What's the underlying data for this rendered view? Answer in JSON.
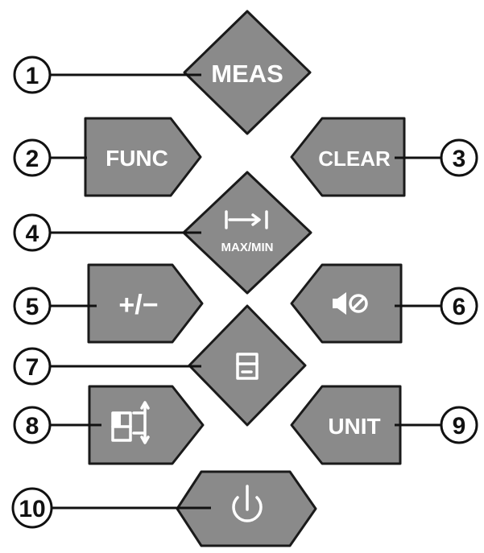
{
  "colors": {
    "key_fill": "#8a8a8a",
    "key_outline": "#1a1a1a",
    "label": "#ffffff",
    "callout": "#111111"
  },
  "keys": [
    {
      "id": 1,
      "callout": "1",
      "label": "MEAS",
      "icon": "text"
    },
    {
      "id": 2,
      "callout": "2",
      "label": "FUNC",
      "icon": "text"
    },
    {
      "id": 3,
      "callout": "3",
      "label": "CLEAR",
      "icon": "text"
    },
    {
      "id": 4,
      "callout": "4",
      "label": "MAX/MIN",
      "icon": "continuous-measure-icon"
    },
    {
      "id": 5,
      "callout": "5",
      "label": "+/−",
      "icon": "text"
    },
    {
      "id": 6,
      "callout": "6",
      "label": "",
      "icon": "speaker-mute-icon"
    },
    {
      "id": 7,
      "callout": "7",
      "label": "",
      "icon": "memory-icon"
    },
    {
      "id": 8,
      "callout": "8",
      "label": "",
      "icon": "reference-point-icon"
    },
    {
      "id": 9,
      "callout": "9",
      "label": "UNIT",
      "icon": "text"
    },
    {
      "id": 10,
      "callout": "10",
      "label": "",
      "icon": "power-icon"
    }
  ]
}
